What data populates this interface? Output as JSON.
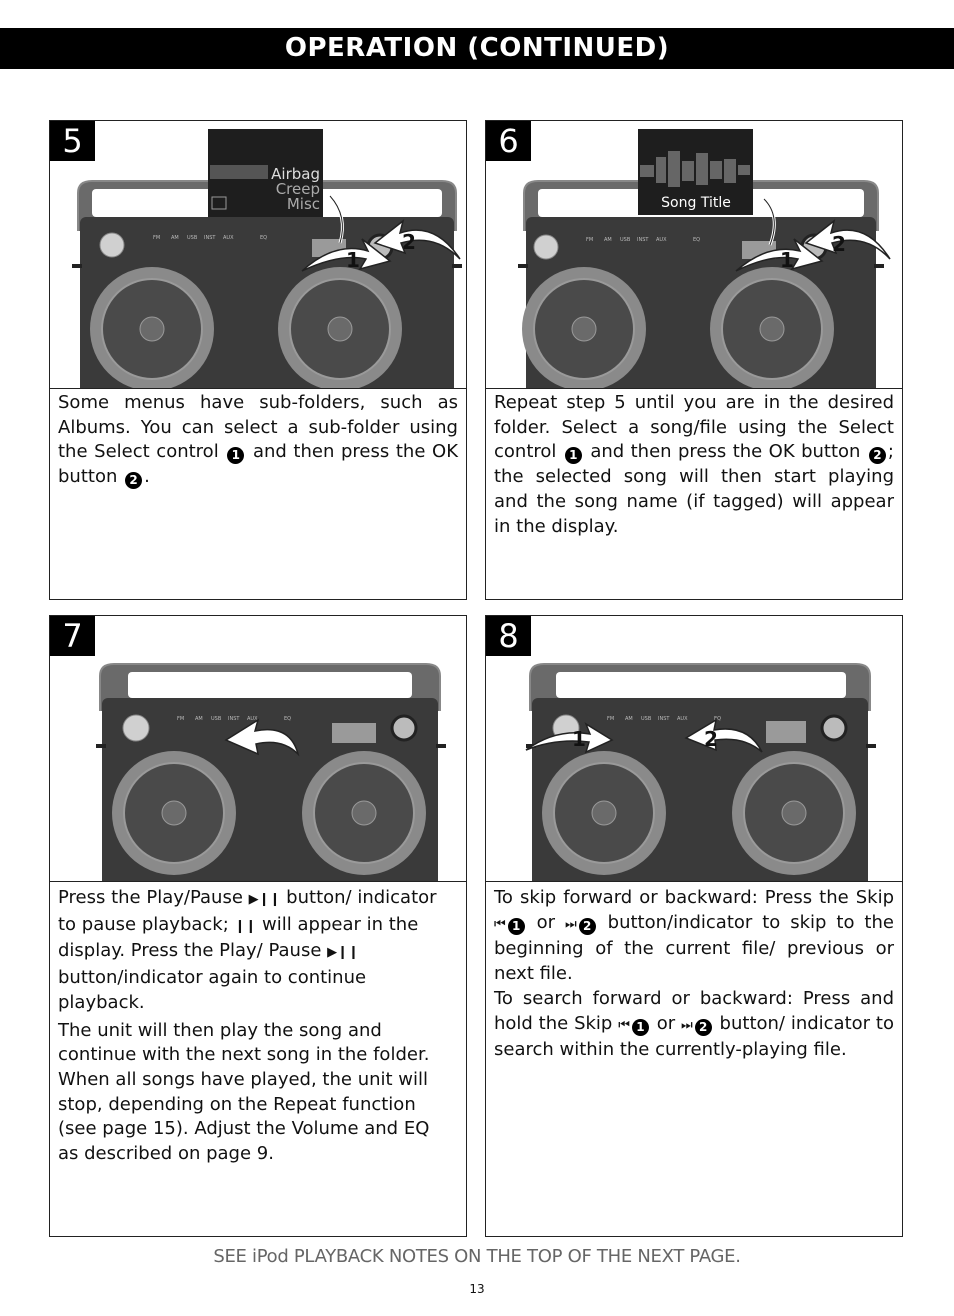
{
  "header": {
    "title": "OPERATION (CONTINUED)"
  },
  "panels": {
    "p5": {
      "number": "5",
      "display_items": [
        "Airbag",
        "Creep",
        "Misc"
      ],
      "callout_1": "1",
      "callout_2": "2",
      "text_a": "Some menus have sub-folders, such as Albums. You can select a sub-folder using the Select control",
      "text_b": "and then press the OK button",
      "text_c": "."
    },
    "p6": {
      "number": "6",
      "display_text": "Song Title",
      "callout_1": "1",
      "callout_2": "2",
      "text_a": "Repeat step 5 until you are in the desired folder. Select a song/file using the Select control",
      "text_b": "and then press the OK button",
      "text_c": "; the selected song will then start playing and the song name (if tagged) will appear in the  display."
    },
    "p7": {
      "number": "7",
      "para1_a": "Press the Play/Pause",
      "para1_b": "button/ indicator to pause playback;",
      "para1_c": "will appear in the display. Press the Play/ Pause",
      "para1_d": "button/indicator again to continue playback.",
      "para2": "The unit will then play the song and continue with the next song in the folder. When all songs have played, the unit will stop, depending on the Repeat function (see page 15). Adjust the Volume and EQ as described on page 9."
    },
    "p8": {
      "number": "8",
      "callout_1": "1",
      "callout_2": "2",
      "para1_a": "To skip forward or backward: Press the Skip",
      "para1_or": "or",
      "para1_b": "button/indicator to skip to the beginning of the current file/ previous or next file.",
      "para2_a": "To search forward or backward: Press and hold the Skip",
      "para2_or": "or",
      "para2_b": "button/ indicator to search within the currently-playing file."
    }
  },
  "device_labels": [
    "FM",
    "AM",
    "USB",
    "INST",
    "AUX",
    "EQ"
  ],
  "circled": {
    "one": "1",
    "two": "2"
  },
  "symbols": {
    "play_pause": "▶❙❙",
    "pause": "❙❙",
    "skip_back": "⏮",
    "skip_fwd": "⏭"
  },
  "footer": {
    "note": "SEE iPod PLAYBACK NOTES ON THE TOP OF THE NEXT PAGE.",
    "page_number": "13"
  },
  "colors": {
    "header_bg": "#000000",
    "device_body": "#3a3a3a",
    "speaker_ring": "#8a8a8a",
    "display_bg": "#1e1e1e"
  }
}
